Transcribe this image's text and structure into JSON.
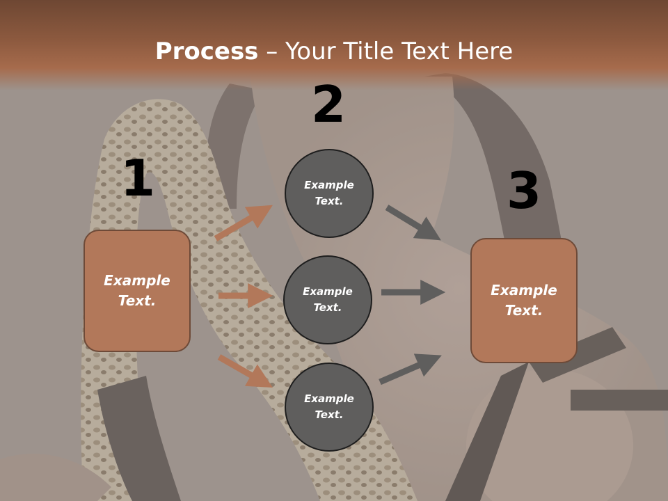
{
  "title": {
    "bold": "Process",
    "rest": " – Your Title Text Here"
  },
  "steps": [
    {
      "number": "1",
      "text": "Example Text."
    },
    {
      "number": "2",
      "items": [
        "Example Text.",
        "Example Text.",
        "Example Text."
      ]
    },
    {
      "number": "3",
      "text": "Example Text."
    }
  ],
  "colors": {
    "box": "#b2785a",
    "circle": "#5f5e5d",
    "arrow_left": "#b2785a",
    "arrow_right": "#5f5e5d",
    "title_band": "#8d5a3f"
  }
}
